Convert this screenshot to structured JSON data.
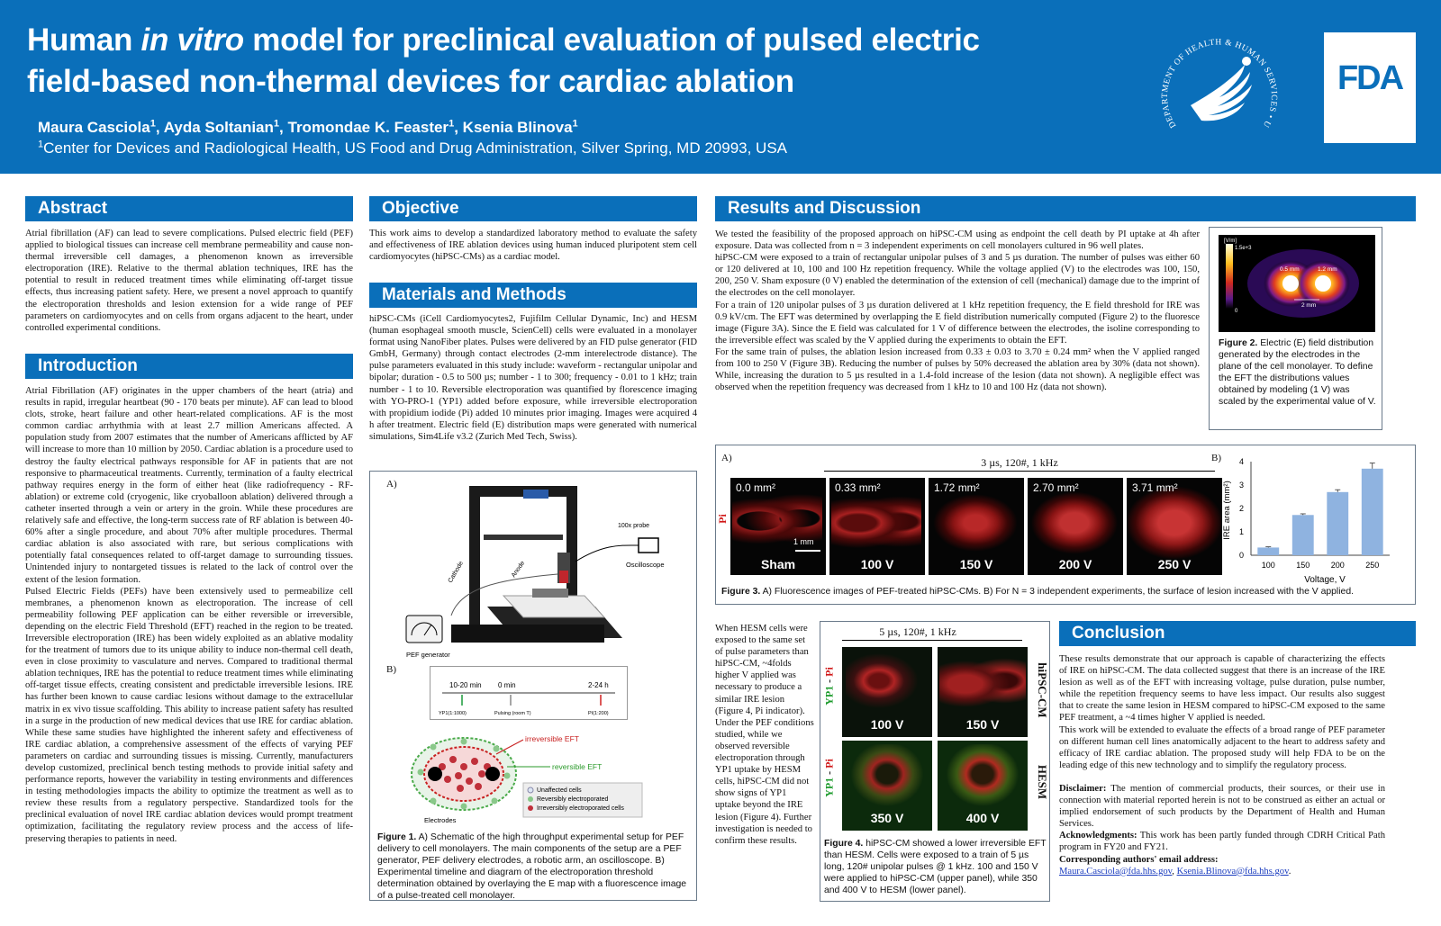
{
  "header": {
    "title_part1": "Human ",
    "title_italic": "in vitro",
    "title_part2": " model for preclinical evaluation of pulsed electric",
    "title_line2": "field-based non-thermal devices for cardiac ablation",
    "authors": [
      {
        "name": "Maura Casciola",
        "sup": "1"
      },
      {
        "name": "Ayda Soltanian",
        "sup": "1"
      },
      {
        "name": "Tromondae K. Feaster",
        "sup": "1"
      },
      {
        "name": "Ksenia Blinova",
        "sup": "1"
      }
    ],
    "affiliation_sup": "1",
    "affiliation": "Center for Devices and Radiological Health, US Food and Drug Administration, Silver Spring, MD 20993, USA",
    "seal_text": "DEPARTMENT OF HEALTH & HUMAN SERVICES • USA",
    "fda_logo": "FDA"
  },
  "abstract": {
    "heading": "Abstract",
    "text": "Atrial fibrillation (AF) can lead to severe complications. Pulsed electric field (PEF) applied to biological tissues can increase cell membrane permeability and cause non-thermal irreversible cell damages, a phenomenon known as irreversible electroporation (IRE). Relative to the thermal ablation techniques, IRE has the potential to result in reduced treatment times while eliminating off-target tissue effects, thus increasing patient safety. Here, we present a novel approach to quantify the electroporation thresholds and lesion extension for a wide range of PEF parameters on cardiomyocytes and on cells from organs adjacent to the heart, under controlled experimental conditions."
  },
  "introduction": {
    "heading": "Introduction",
    "p1": "Atrial Fibrillation (AF) originates in the upper chambers of the heart (atria) and results in rapid, irregular heartbeat (90 - 170 beats per minute). AF can lead to blood clots, stroke, heart failure and other heart-related complications. AF is the most common cardiac arrhythmia with at least 2.7 million Americans affected. A population study from 2007 estimates that the number of Americans afflicted by AF will increase to more than 10 million by 2050. Cardiac ablation is a procedure used to destroy the faulty electrical pathways responsible for AF in patients that are not responsive to pharmaceutical treatments. Currently, termination of a faulty electrical pathway requires energy in the form of either heat (like radiofrequency - RF-  ablation) or extreme cold (cryogenic, like cryoballoon ablation) delivered through a catheter inserted through a vein or artery in the groin. While these procedures are relatively safe and effective, the long-term success rate of RF ablation is between 40-60% after a single procedure, and about 70% after multiple procedures. Thermal cardiac ablation is also associated with rare, but serious complications with potentially fatal consequences related to off-target damage to surrounding tissues. Unintended injury to nontargeted tissues is related to the lack of control over the extent of the lesion formation.",
    "p2": "Pulsed Electric Fields (PEFs) have been extensively used to permeabilize cell membranes, a phenomenon known as electroporation. The increase of cell permeability following PEF application can be either reversible or irreversible, depending on the electric Field Threshold (EFT) reached in the region to be treated. Irreversible electroporation (IRE) has been widely exploited as an ablative modality for the treatment of tumors due to its unique ability to induce non-thermal cell death, even in close proximity to vasculature and nerves. Compared to traditional thermal ablation techniques, IRE has the potential to reduce treatment times while eliminating off-target tissue effects, creating consistent and predictable irreversible lesions. IRE has further been known to cause cardiac lesions without damage to the extracellular matrix in ex vivo tissue scaffolding. This ability to increase patient safety has resulted in a surge in the production of new medical devices that use IRE for cardiac ablation. While these same studies have highlighted the inherent safety and effectiveness of IRE cardiac ablation, a comprehensive assessment of the effects of varying PEF parameters on cardiac and surrounding tissues is missing. Currently, manufacturers develop customized, preclinical bench testing methods to provide initial safety and performance reports, however the variability in testing environments and differences in testing methodologies impacts the ability to optimize the treatment as well as to review these results from a regulatory perspective. Standardized tools for the preclinical evaluation of novel IRE cardiac ablation devices would prompt treatment optimization, facilitating the regulatory review process and the access of life-preserving therapies to patients in need."
  },
  "objective": {
    "heading": "Objective",
    "text": "This work aims to develop a standardized laboratory method to evaluate the safety and effectiveness of IRE ablation devices using human induced pluripotent stem cell cardiomyocytes (hiPSC-CMs) as a cardiac model."
  },
  "methods": {
    "heading": "Materials and Methods",
    "text": "hiPSC-CMs (iCell Cardiomyocytes2, Fujifilm Cellular Dynamic, Inc) and HESM (human esophageal smooth muscle, ScienCell) cells were evaluated in a monolayer format using NanoFiber plates. Pulses were delivered by an FID pulse generator (FID GmbH, Germany) through contact electrodes (2-mm interelectrode distance). The pulse parameters evaluated in this study include: waveform - rectangular unipolar and bipolar; duration - 0.5 to 500 µs; number - 1 to 300; frequency - 0.01 to 1 kHz; train number - 1 to 10. Reversible electroporation was quantified by florescence imaging with YO-PRO-1 (YP1) added before exposure, while irreversible electroporation with propidium iodide (Pi) added 10 minutes prior imaging. Images were acquired 4 h after treatment. Electric field (E) distribution maps were generated with numerical simulations, Sim4Life v3.2 (Zurich Med Tech, Swiss)."
  },
  "figure1": {
    "panel_a": "A)",
    "panel_b": "B)",
    "probe_label": "100x probe",
    "oscilloscope_label": "Oscilloscope",
    "cathode_label": "Cathode",
    "anode_label": "Anode",
    "generator_label": "PEF generator",
    "timeline": {
      "t1": "10-20 min",
      "t2": "0 min",
      "t3": "2-24 h",
      "e1": "YP1(1:1000)",
      "e2": "Pulsing (room T)",
      "e3": "PI(1:200)"
    },
    "irreversible_label": "irreversible EFT",
    "reversible_label": "reversible EFT",
    "electrodes_label": "Electrodes",
    "legend": [
      "Unaffected cells",
      "Reversibly electroporated",
      "Irreversibly electroporated cells"
    ],
    "caption_bold": "Figure 1.",
    "caption": " A) Schematic of the high throughput experimental setup for PEF delivery to cell monolayers. The main components of the setup are a PEF generator, PEF delivery electrodes, a robotic arm, an oscilloscope. B) Experimental timeline and diagram of the electroporation threshold determination obtained by overlaying the E map with a fluorescence image of a pulse-treated cell monolayer."
  },
  "results": {
    "heading": "Results and Discussion",
    "p1": "We tested the feasibility of the proposed approach on hiPSC-CM using as endpoint the cell death by PI uptake at 4h after exposure. Data was collected from n = 3 independent experiments on cell monolayers cultured in 96 well plates.",
    "p2": "hiPSC-CM were exposed to a train of rectangular unipolar pulses of 3 and 5 µs duration. The number of pulses was either 60 or 120 delivered at 10, 100 and 100 Hz repetition frequency. While the voltage applied (V) to the electrodes was 100, 150, 200, 250 V. Sham exposure (0 V) enabled the determination of the extension of cell (mechanical) damage due to the imprint of the electrodes on the cell monolayer.",
    "p3": "For a train of 120 unipolar pulses of 3 µs duration delivered at 1 kHz repetition frequency, the E field threshold for IRE was 0.9 kV/cm. The EFT was determined by overlapping the E field distribution numerically computed (Figure 2) to the fluoresce image (Figure 3A). Since the E field was calculated for 1 V of difference between the electrodes, the isoline corresponding to the irreversible effect was scaled by the V applied during the experiments to obtain the EFT.",
    "p4": "For the same train of pulses, the ablation lesion increased from 0.33 ± 0.03 to 3.70 ± 0.24 mm² when the V applied ranged from 100 to 250 V (Figure 3B). Reducing the number of pulses by 50% decreased the ablation area by 30% (data not shown). While, increasing the duration to 5 µs resulted in a 1.4-fold increase of the lesion (data not shown). A negligible effect was observed when the repetition frequency was decreased from 1 kHz to 10 and 100 Hz (data not shown)."
  },
  "figure2": {
    "unit": "[V/m]",
    "scale_max": "1.5e+3",
    "scale_min": "0",
    "dist1": "0.5 mm",
    "dist2": "1.2 mm",
    "dist3": "2 mm",
    "caption_bold": "Figure 2.",
    "caption": " Electric (E) field distribution generated by the electrodes in the plane of the cell monolayer. To define the EFT the distributions values obtained by modeling (1 V) was scaled by the experimental value of V."
  },
  "figure3": {
    "panel_a": "A)",
    "panel_b": "B)",
    "condition": "3 µs, 120#, 1 kHz",
    "stain": "Pi",
    "scale_bar": "1 mm",
    "images": [
      {
        "area": "0.0 mm²",
        "label": "Sham"
      },
      {
        "area": "0.33 mm²",
        "label": "100 V"
      },
      {
        "area": "1.72 mm²",
        "label": "150 V"
      },
      {
        "area": "2.70 mm²",
        "label": "200 V"
      },
      {
        "area": "3.71 mm²",
        "label": "250 V"
      }
    ],
    "caption_bold": "Figure 3.",
    "caption": " A) Fluorescence images of PEF-treated hiPSC-CMs. B) For N = 3 independent experiments, the surface of lesion increased with the V applied."
  },
  "chart_data": {
    "type": "bar",
    "categories": [
      "100",
      "150",
      "200",
      "250"
    ],
    "values": [
      0.33,
      1.72,
      2.7,
      3.7
    ],
    "errors": [
      0.03,
      0.05,
      0.1,
      0.24
    ],
    "title": "",
    "xlabel": "Voltage, V",
    "ylabel": "IRE area (mm²)",
    "ylim": [
      0,
      4
    ],
    "yticks": [
      "0",
      "1",
      "2",
      "3",
      "4"
    ],
    "bar_color": "#8fb3e0",
    "grid": false
  },
  "hesm": {
    "text": "When HESM cells were exposed to the same set of pulse parameters than hiPSC-CM, ~4folds higher V applied was necessary to produce a similar IRE lesion (Figure 4, Pi indicator). Under the PEF conditions studied, while we observed reversible electroporation through YP1 uptake by HESM cells, hiPSC-CM did not show signs of YP1 uptake beyond the IRE lesion (Figure 4). Further investigation is needed to confirm these results."
  },
  "figure4": {
    "condition": "5 µs, 120#, 1 kHz",
    "stain_yp1": "YP1",
    "stain_sep": " - ",
    "stain_pi": "Pi",
    "row1_label": "hiPSC-CM",
    "row2_label": "HESM",
    "images": [
      "100 V",
      "150 V",
      "350 V",
      "400 V"
    ],
    "caption_bold": "Figure 4.",
    "caption": " hiPSC-CM showed a lower irreversible EFT than HESM. Cells were exposed to a train of 5 µs long, 120# unipolar pulses @ 1 kHz. 100 and 150 V were applied to hiPSC-CM (upper panel), while 350 and 400 V to HESM (lower panel)."
  },
  "conclusion": {
    "heading": "Conclusion",
    "p1": "These results demonstrate that our approach is capable of characterizing the effects of IRE on hiPSC-CM. The data collected suggest that there is an increase of the IRE lesion as well as of the EFT with increasing voltage, pulse duration, pulse number, while the repetition frequency seems to have less impact. Our results also suggest that to create the same lesion in HESM compared to hiPSC-CM exposed to the same PEF treatment, a ~4 times higher V applied is needed.",
    "p2": "This work will be extended to evaluate the effects of a broad range of PEF parameter on different human cell lines anatomically adjacent to the heart to address safety and efficacy of IRE cardiac ablation. The proposed study will help FDA to be on the leading edge of this new technology and to simplify the regulatory process.",
    "disclaimer_label": "Disclaimer:",
    "disclaimer": " The mention of commercial products, their sources, or their use in connection with material reported herein is not to be construed as either an actual or implied endorsement of such products by the Department of Health and Human Services.",
    "ack_label": "Acknowledgments:",
    "ack": " This work has been partly funded through CDRH Critical Path program in FY20 and FY21.",
    "contact_label": "Corresponding authors' email address:",
    "email1": "Maura.Casciola@fda.hhs.gov",
    "email_sep": ", ",
    "email2": "Ksenia.Blinova@fda.hhs.gov",
    "email_end": "."
  }
}
